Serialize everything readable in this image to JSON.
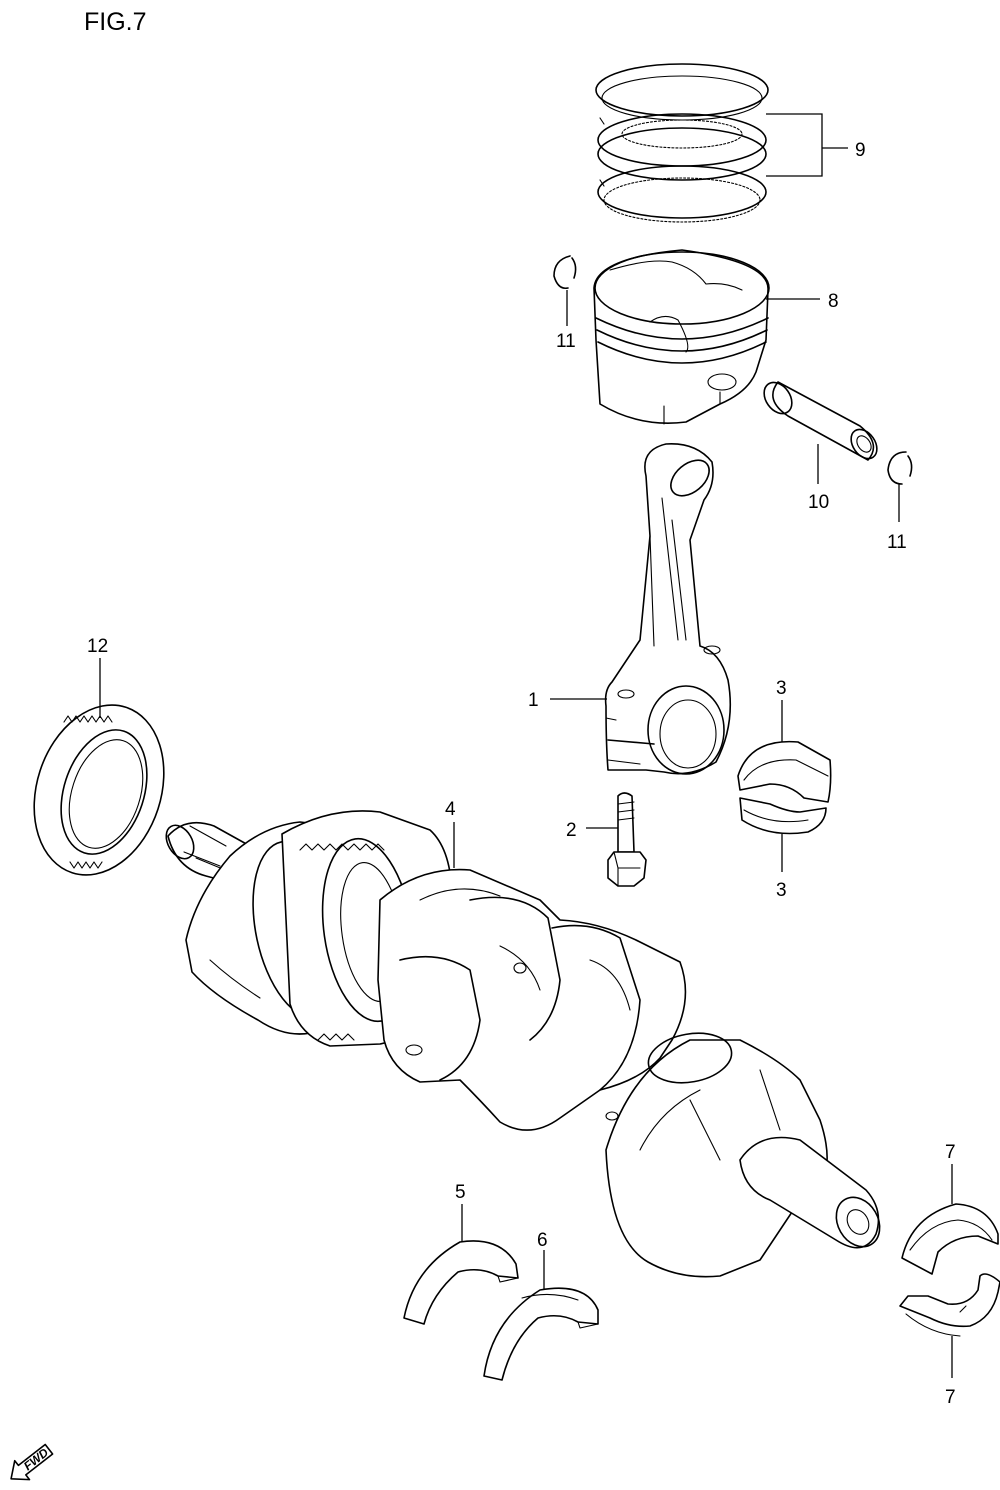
{
  "figure": {
    "title": "FIG.7"
  },
  "callouts": {
    "c1": "1",
    "c2": "2",
    "c3a": "3",
    "c3b": "3",
    "c4": "4",
    "c5": "5",
    "c6": "6",
    "c7a": "7",
    "c7b": "7",
    "c8": "8",
    "c9": "9",
    "c10": "10",
    "c11a": "11",
    "c11b": "11",
    "c12": "12"
  },
  "direction_badge": {
    "label": "FWD"
  },
  "parts": [
    {
      "ref": "1",
      "name": "connecting-rod"
    },
    {
      "ref": "2",
      "name": "connecting-rod-bolt"
    },
    {
      "ref": "3",
      "name": "crankpin-bearing"
    },
    {
      "ref": "4",
      "name": "crankshaft"
    },
    {
      "ref": "5",
      "name": "thrust-bearing"
    },
    {
      "ref": "6",
      "name": "thrust-bearing"
    },
    {
      "ref": "7",
      "name": "crankshaft-main-bearing"
    },
    {
      "ref": "8",
      "name": "piston"
    },
    {
      "ref": "9",
      "name": "piston-ring-set"
    },
    {
      "ref": "10",
      "name": "piston-pin"
    },
    {
      "ref": "11",
      "name": "piston-pin-circlip"
    },
    {
      "ref": "12",
      "name": "crank-sensor-rotor"
    }
  ]
}
